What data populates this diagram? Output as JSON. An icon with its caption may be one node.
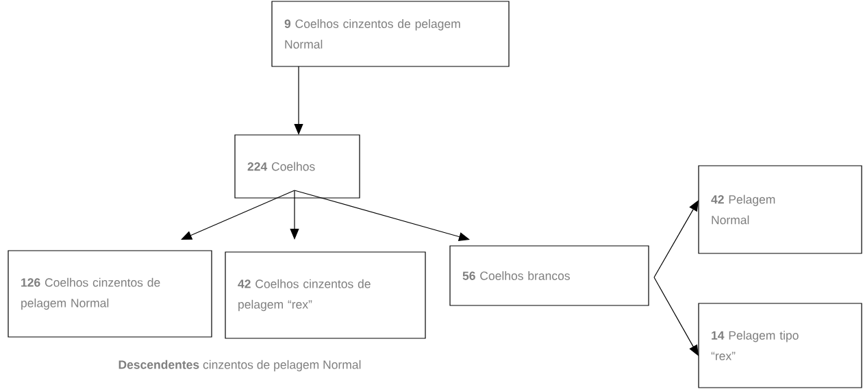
{
  "diagram": {
    "nodes": [
      {
        "text": [
          "**9** Coelhos cinzentos de pelagem Normal"
        ]
      },
      {
        "text": [
          "**224** Coelhos"
        ]
      },
      {
        "text": [
          "**126** Coelhos cinzentos de pelagem Normal"
        ]
      },
      {
        "text": [
          "**42** Coelhos cinzentos de pelagem “rex”"
        ]
      },
      {
        "text": [
          "**56** Coelhos brancos"
        ]
      },
      {
        "text": [
          "**42** Pelagem Normal"
        ]
      },
      {
        "text": [
          "**14** Pelagem tipo “rex”"
        ]
      }
    ],
    "edges": [
      {
        "from": 0,
        "to": 1,
        "arrow": "to"
      },
      {
        "from": 1,
        "to": 2,
        "arrow": "to"
      },
      {
        "from": 1,
        "to": 3,
        "arrow": "to"
      },
      {
        "from": 1,
        "to": 4,
        "arrow": "to"
      },
      {
        "from": 4,
        "to": 5,
        "arrow": "to"
      },
      {
        "from": 4,
        "to": 6,
        "arrow": "to"
      }
    ],
    "labels": [
      "**Descendentes** cinzentos de pelagem Normal"
    ]
  }
}
